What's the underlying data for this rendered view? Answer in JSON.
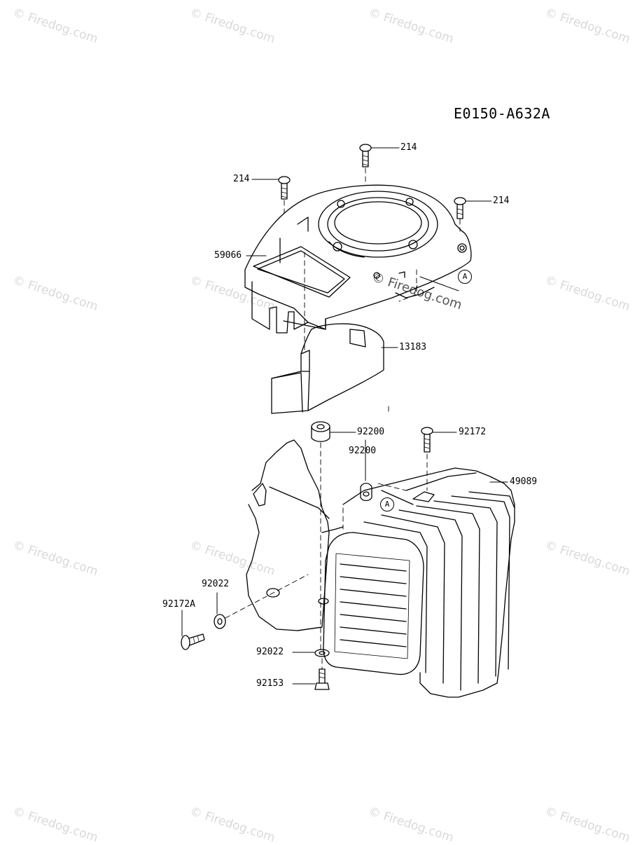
{
  "diagram_code": "E0150-A632A",
  "watermark": "© Firedog.com",
  "callout_letter": "A",
  "parts": [
    {
      "part_no": "214"
    },
    {
      "part_no": "214"
    },
    {
      "part_no": "214"
    },
    {
      "part_no": "59066"
    },
    {
      "part_no": "13183"
    },
    {
      "part_no": "92200"
    },
    {
      "part_no": "92172"
    },
    {
      "part_no": "92200"
    },
    {
      "part_no": "49089"
    },
    {
      "part_no": "92022"
    },
    {
      "part_no": "92172A"
    },
    {
      "part_no": "92022"
    },
    {
      "part_no": "92153"
    }
  ]
}
